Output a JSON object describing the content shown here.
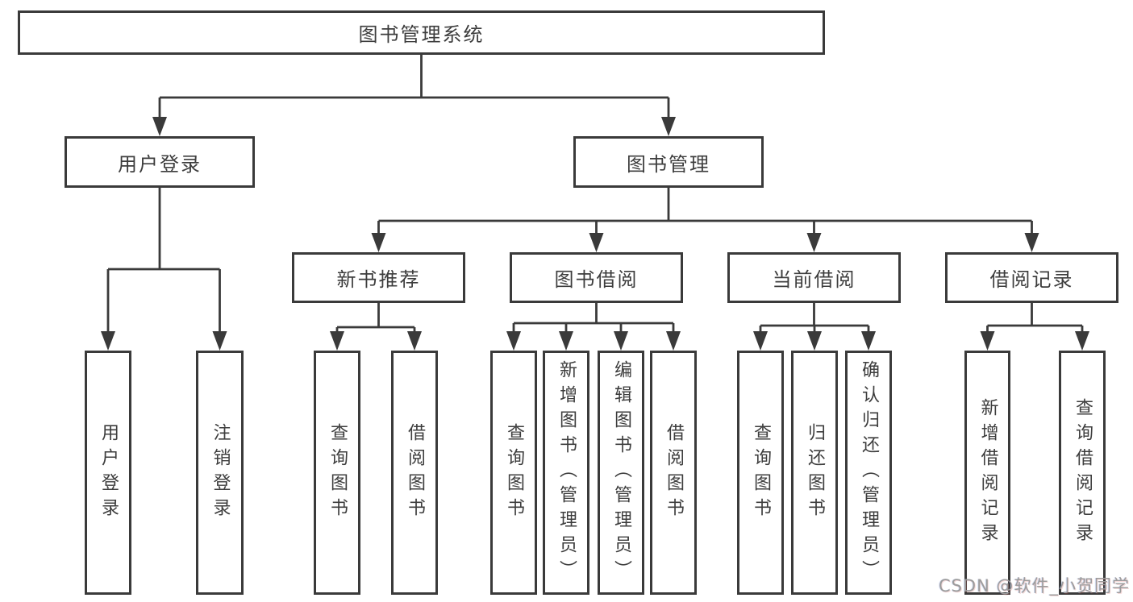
{
  "diagram": {
    "type": "hierarchy-tree",
    "tree": {
      "root": {
        "label": "图书管理系统",
        "children": [
          {
            "label": "用户登录",
            "children": [
              {
                "label": "用户登录"
              },
              {
                "label": "注销登录"
              }
            ]
          },
          {
            "label": "图书管理",
            "children": [
              {
                "label": "新书推荐",
                "children": [
                  {
                    "label": "查询图书"
                  },
                  {
                    "label": "借阅图书"
                  }
                ]
              },
              {
                "label": "图书借阅",
                "children": [
                  {
                    "label": "查询图书"
                  },
                  {
                    "label": "新增图书（管理员）"
                  },
                  {
                    "label": "编辑图书（管理员）"
                  },
                  {
                    "label": "借阅图书"
                  }
                ]
              },
              {
                "label": "当前借阅",
                "children": [
                  {
                    "label": "查询图书"
                  },
                  {
                    "label": "归还图书"
                  },
                  {
                    "label": "确认归还（管理员）"
                  }
                ]
              },
              {
                "label": "借阅记录",
                "children": [
                  {
                    "label": "新增借阅记录"
                  },
                  {
                    "label": "查询借阅记录"
                  }
                ]
              }
            ]
          }
        ]
      }
    },
    "colors": {
      "background": "#ffffff",
      "line": "#3a3a3a",
      "box_border": "#3a3a3a",
      "text": "#3d3d3d",
      "watermark": "#9c9c9c"
    }
  },
  "watermark": {
    "text": "CSDN @软件_小贺同学"
  }
}
